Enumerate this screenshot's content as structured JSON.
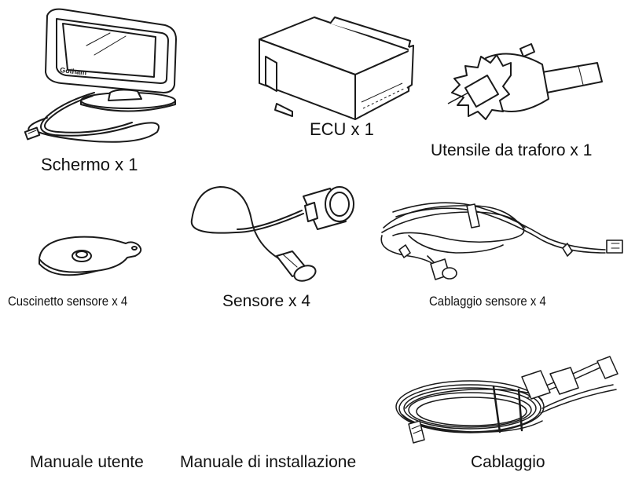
{
  "items": {
    "schermo": {
      "label": "Schermo x 1",
      "brand": "Gotham",
      "icon": "display-monitor-icon"
    },
    "ecu": {
      "label": "ECU x 1",
      "icon": "ecu-box-icon"
    },
    "utensile": {
      "label": "Utensile da traforo x 1",
      "icon": "hole-saw-icon"
    },
    "cuscinetto": {
      "label": "Cuscinetto sensore x 4",
      "icon": "sensor-pad-icon"
    },
    "sensore": {
      "label": "Sensore x 4",
      "icon": "parking-sensor-icon"
    },
    "cablaggio_sensore": {
      "label": "Cablaggio sensore x 4",
      "icon": "sensor-harness-icon"
    },
    "manuale_utente": {
      "label": "Manuale utente"
    },
    "manuale_installazione": {
      "label": "Manuale di installazione"
    },
    "cablaggio": {
      "label": "Cablaggio",
      "icon": "wiring-harness-icon"
    }
  },
  "colors": {
    "line": "#1a1a1a",
    "background": "#ffffff"
  }
}
